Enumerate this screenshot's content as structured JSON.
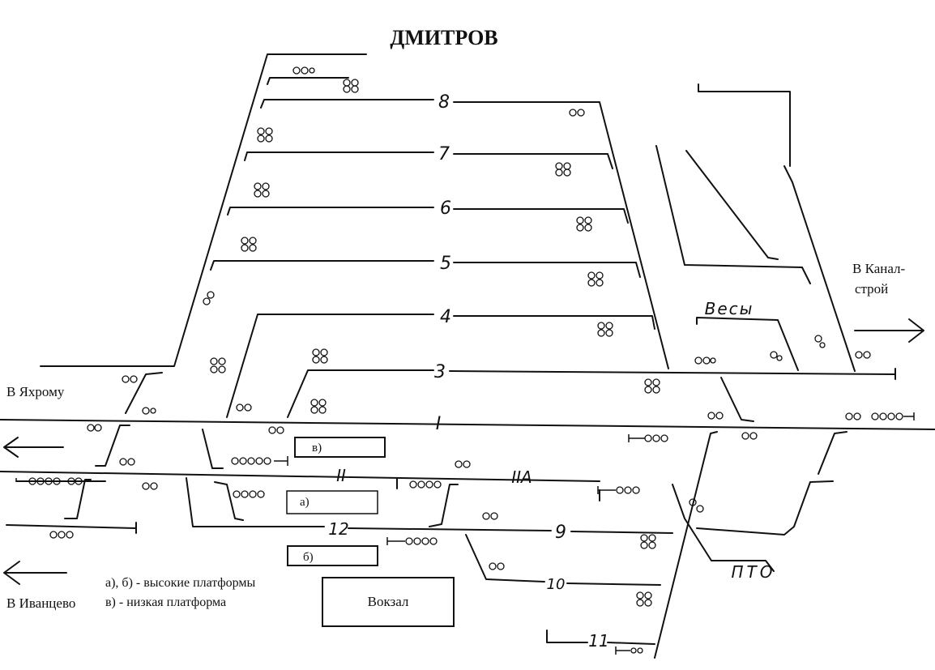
{
  "title": "ДМИТРОВ",
  "directions": {
    "yakhroma": "В Яхрому",
    "kanalstroy_line1": "В Канал-",
    "kanalstroy_line2": "строй",
    "ivantsevo": "В Иванцево"
  },
  "tracks": {
    "t8": "8",
    "t7": "7",
    "t6": "6",
    "t5": "5",
    "t4": "4",
    "t3": "3",
    "t1": "I",
    "t2": "II",
    "t2a": "IIА",
    "t12": "12",
    "t9": "9",
    "t10": "10",
    "t11": "11"
  },
  "facilities": {
    "scales": "Весы",
    "pto": "ПТО",
    "station_building": "Вокзал"
  },
  "platforms": {
    "a": "а)",
    "b": "б)",
    "v": "в)"
  },
  "legend": {
    "high": "а), б) - высокие платформы",
    "low": "в) - низкая платформа"
  }
}
